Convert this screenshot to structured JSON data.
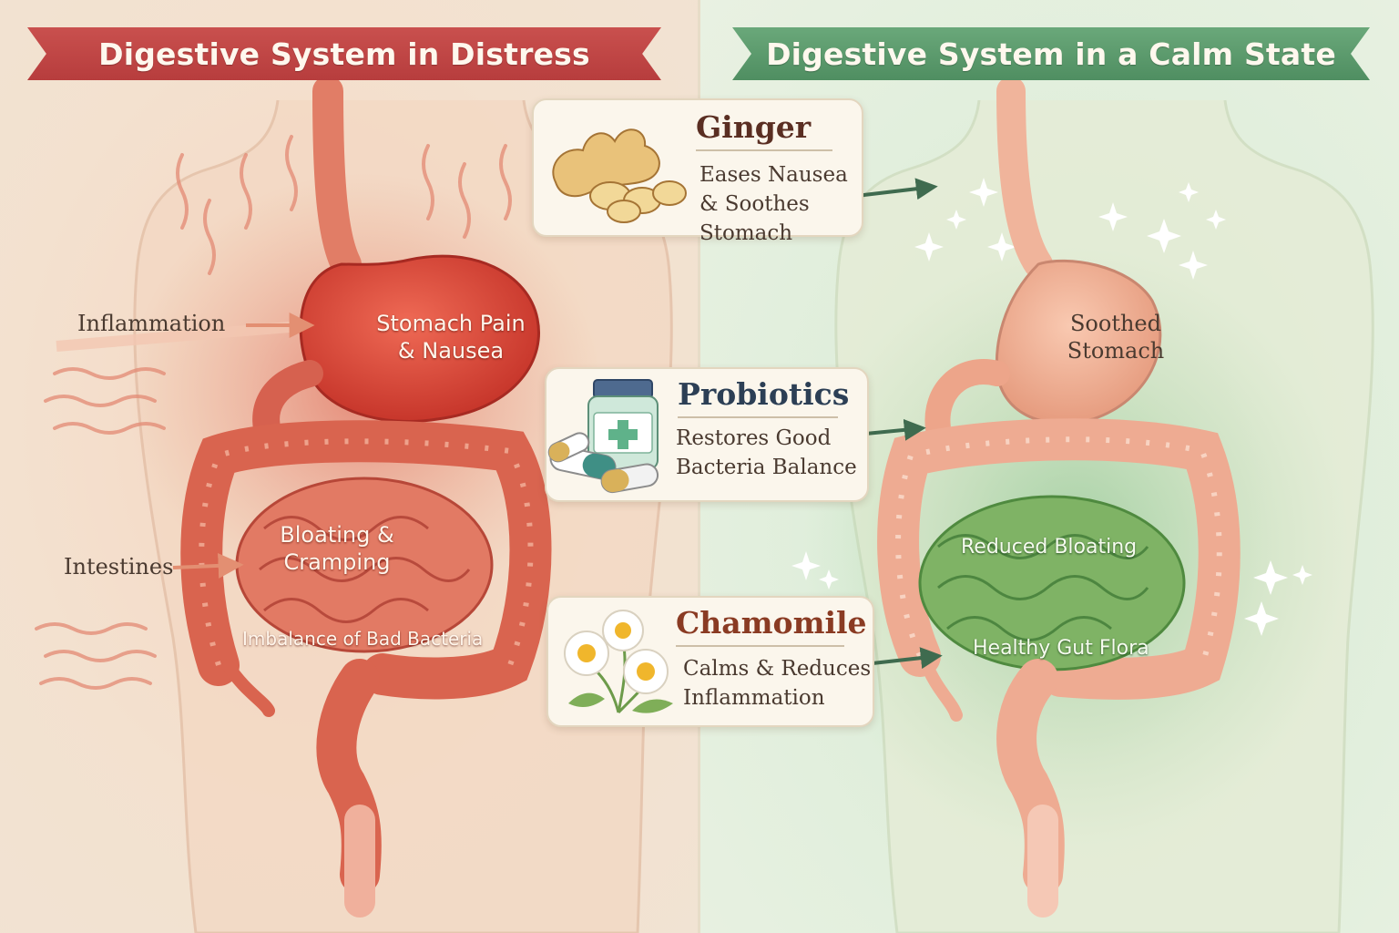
{
  "left_panel": {
    "banner": "Digestive System in Distress",
    "labels": {
      "inflammation": "Inflammation",
      "intestines": "Intestines",
      "stomach_pain": [
        "Stomach Pain",
        "& Nausea"
      ],
      "bloating": [
        "Bloating &",
        "Cramping"
      ],
      "imbalance": "Imbalance of Bad Bacteria"
    }
  },
  "right_panel": {
    "banner": "Digestive System in a Calm State",
    "labels": {
      "soothed": [
        "Soothed",
        "Stomach"
      ],
      "reduced_bloating": "Reduced Bloating",
      "healthy_flora": "Healthy Gut Flora"
    }
  },
  "remedies": [
    {
      "name": "Ginger",
      "lines": [
        "Eases Nausea",
        "& Soothes Stomach"
      ],
      "icon": "ginger-root-icon",
      "title_color": "#5a2e22"
    },
    {
      "name": "Probiotics",
      "lines": [
        "Restores Good",
        "Bacteria Balance"
      ],
      "icon": "probiotic-capsules-icon",
      "title_color": "#2c3f55"
    },
    {
      "name": "Chamomile",
      "lines": [
        "Calms & Reduces",
        "Inflammation"
      ],
      "icon": "chamomile-flower-icon",
      "title_color": "#8a3b23"
    }
  ],
  "colors": {
    "distress_banner": "#b73d3d",
    "calm_banner": "#4f8e61",
    "inflamed_organ": "#d9564a",
    "healthy_organ": "#efb39a",
    "healthy_flora": "#6fa657",
    "arrow_green": "#3f6b4f"
  }
}
